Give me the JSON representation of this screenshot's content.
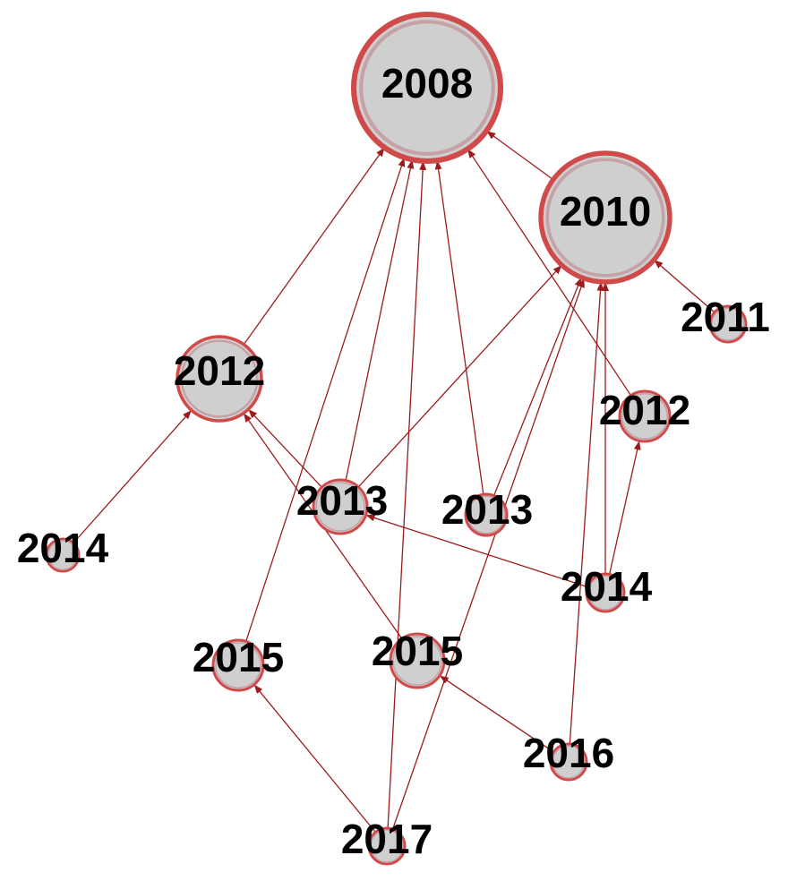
{
  "colors": {
    "edge": "#9b1c1c",
    "node_border": "#d04a4a",
    "node_fill": "#cfcfcf",
    "node_ring": "#c4a2a6",
    "label": "#000000"
  },
  "nodes": [
    {
      "id": "n2008",
      "label": "2008"
    },
    {
      "id": "n2010",
      "label": "2010"
    },
    {
      "id": "n2011",
      "label": "2011"
    },
    {
      "id": "n2012a",
      "label": "2012"
    },
    {
      "id": "n2012b",
      "label": "2012"
    },
    {
      "id": "n2013a",
      "label": "2013"
    },
    {
      "id": "n2013b",
      "label": "2013"
    },
    {
      "id": "n2014a",
      "label": "2014"
    },
    {
      "id": "n2014b",
      "label": "2014"
    },
    {
      "id": "n2015a",
      "label": "2015"
    },
    {
      "id": "n2015b",
      "label": "2015"
    },
    {
      "id": "n2016",
      "label": "2016"
    },
    {
      "id": "n2017",
      "label": "2017"
    }
  ],
  "edges": [
    {
      "from": "n2010",
      "to": "n2008"
    },
    {
      "from": "n2011",
      "to": "n2010"
    },
    {
      "from": "n2012a",
      "to": "n2008"
    },
    {
      "from": "n2012b",
      "to": "n2008"
    },
    {
      "from": "n2013a",
      "to": "n2008"
    },
    {
      "from": "n2013a",
      "to": "n2010"
    },
    {
      "from": "n2013a",
      "to": "n2012a"
    },
    {
      "from": "n2013b",
      "to": "n2008"
    },
    {
      "from": "n2013b",
      "to": "n2010"
    },
    {
      "from": "n2014a",
      "to": "n2012a"
    },
    {
      "from": "n2014b",
      "to": "n2013a"
    },
    {
      "from": "n2014b",
      "to": "n2010"
    },
    {
      "from": "n2014b",
      "to": "n2012b"
    },
    {
      "from": "n2015a",
      "to": "n2008"
    },
    {
      "from": "n2015b",
      "to": "n2012a"
    },
    {
      "from": "n2016",
      "to": "n2015b"
    },
    {
      "from": "n2016",
      "to": "n2010"
    },
    {
      "from": "n2017",
      "to": "n2015a"
    },
    {
      "from": "n2017",
      "to": "n2008"
    },
    {
      "from": "n2017",
      "to": "n2010"
    }
  ]
}
